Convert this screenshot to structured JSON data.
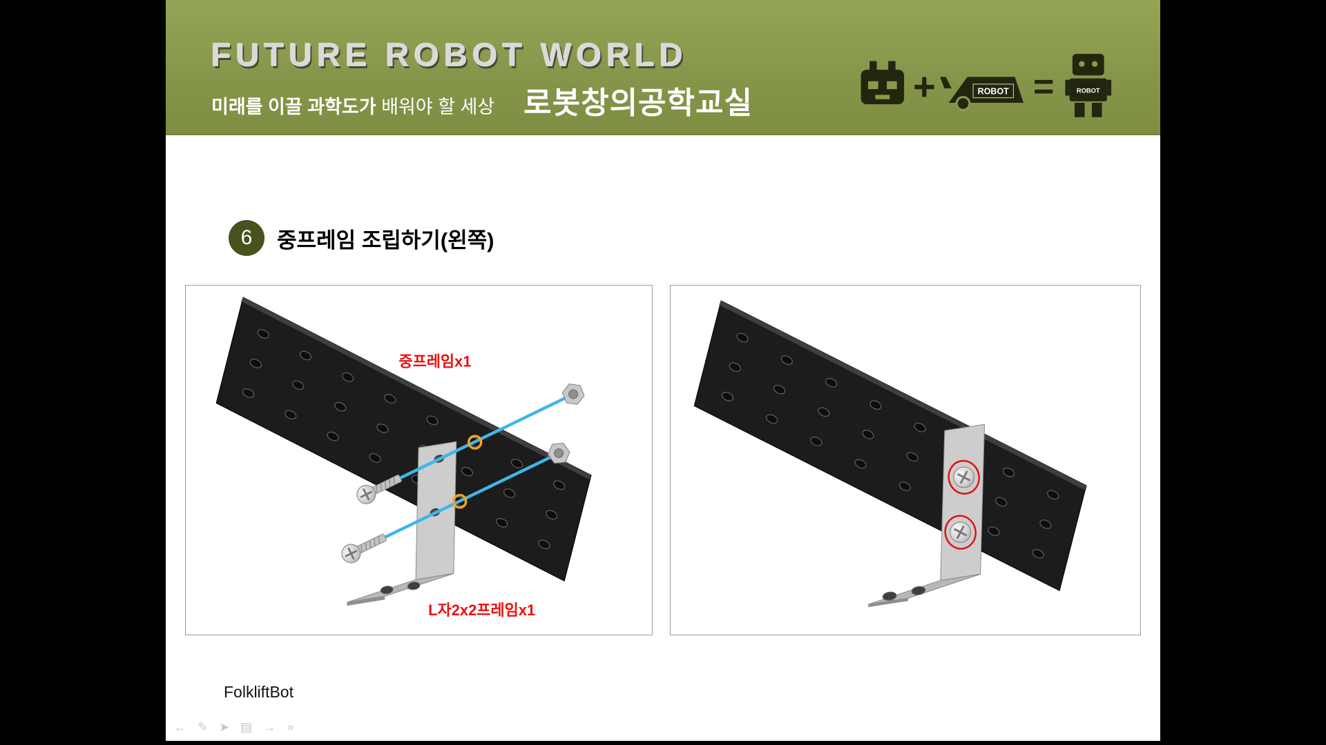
{
  "header": {
    "logo_title": "FUTURE ROBOT WORLD",
    "tagline_strong": "미래를 이끌 과학도가",
    "tagline_rest": "배워야 할 세상",
    "program_name": "로봇창의공학교실",
    "plus": "+",
    "equals": "=",
    "robot_label": "ROBOT"
  },
  "slide": {
    "step_number": "6",
    "title": "중프레임 조립하기(왼쪽)",
    "footer": "FolkliftBot"
  },
  "panels": {
    "left": {
      "frame_label": "중프레임x1",
      "bracket_label": "L자2x2프레임x1"
    },
    "right": {}
  },
  "controls": {
    "items": [
      {
        "name": "previous",
        "glyph": "←"
      },
      {
        "name": "pen",
        "glyph": "✎"
      },
      {
        "name": "pointer",
        "glyph": "➤"
      },
      {
        "name": "slides",
        "glyph": "▤"
      },
      {
        "name": "next",
        "glyph": "→"
      },
      {
        "name": "forward",
        "glyph": "»"
      }
    ]
  },
  "colors": {
    "banner": "#8a9a49",
    "badge": "#46531f",
    "guide_line": "#3fb6ea",
    "highlight_ring": "#f2a51f",
    "callout": "#e01212",
    "label_red": "#ed0f0f"
  }
}
